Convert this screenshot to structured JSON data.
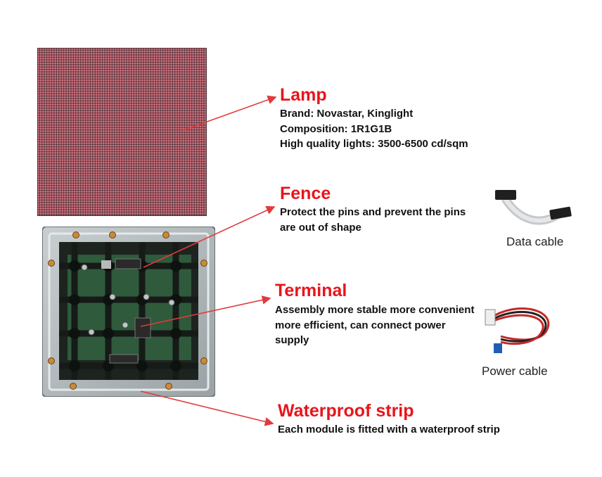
{
  "lamp": {
    "title": "Lamp",
    "lines": [
      "Brand: Novastar, Kinglight",
      "Composition: 1R1G1B",
      "High quality lights: 3500-6500 cd/sqm"
    ]
  },
  "fence": {
    "title": "Fence",
    "lines": [
      "Protect the pins and prevent the pins",
      "are out of shape"
    ]
  },
  "terminal": {
    "title": "Terminal",
    "lines": [
      "Assembly more stable more convenient",
      "more efficient, can connect power",
      "supply"
    ]
  },
  "waterproof": {
    "title": "Waterproof strip",
    "lines": [
      "Each module is fitted with a waterproof strip"
    ]
  },
  "captions": {
    "data_cable": "Data cable",
    "power_cable": "Power cable"
  },
  "colors": {
    "title_red": "#e8151c",
    "arrow_red": "#e23a3a"
  }
}
